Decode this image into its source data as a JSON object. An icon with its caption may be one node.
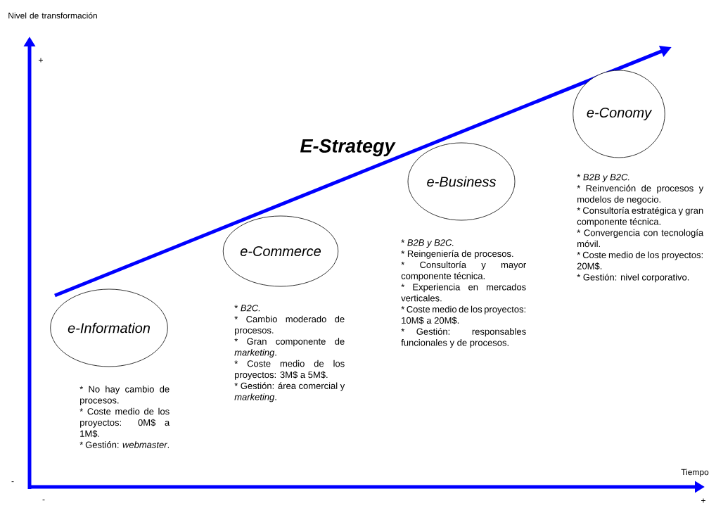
{
  "diagram": {
    "nodes": [
      {
        "text": [
          "e-Information"
        ],
        "beside": [
          "* No hay cambio de procesos.",
          "* Coste medio de los proyectos: 0M$ a 1M$.",
          "* Gestión: *webmaster*."
        ]
      },
      {
        "text": [
          "e-Commerce"
        ],
        "beside": [
          "* *B2C.*",
          "* Cambio moderado de procesos.",
          "* Gran componente de *marketing*.",
          "* Coste medio de los proyectos: 3M$ a 5M$.",
          "* Gestión: área comercial y *marketing*."
        ]
      },
      {
        "text": [
          "e-Business"
        ],
        "beside": [
          "* *B2B y B2C.*",
          "* Reingeniería de procesos.",
          "* Consultoría y mayor componente técnica.",
          "* Experiencia en mercados verticales.",
          "* Coste medio de los proyectos: 10M$ a 20M$.",
          "* Gestión: responsables funcionales y de procesos."
        ]
      },
      {
        "text": [
          "e-Conomy"
        ],
        "beside": [
          "* *B2B y B2C.*",
          "* Reinvención de procesos y modelos de negocio.",
          "* Consultoría estratégica y gran componente técnica.",
          "* Convergencia con tecnología móvil.",
          "* Coste medio de los proyectos: 20M$.",
          "* Gestión: nivel corporativo."
        ]
      }
    ],
    "labels": [
      "Nivel de transformación",
      "+",
      "E-Strategy",
      "-",
      "Tiempo",
      "-",
      "+"
    ]
  }
}
